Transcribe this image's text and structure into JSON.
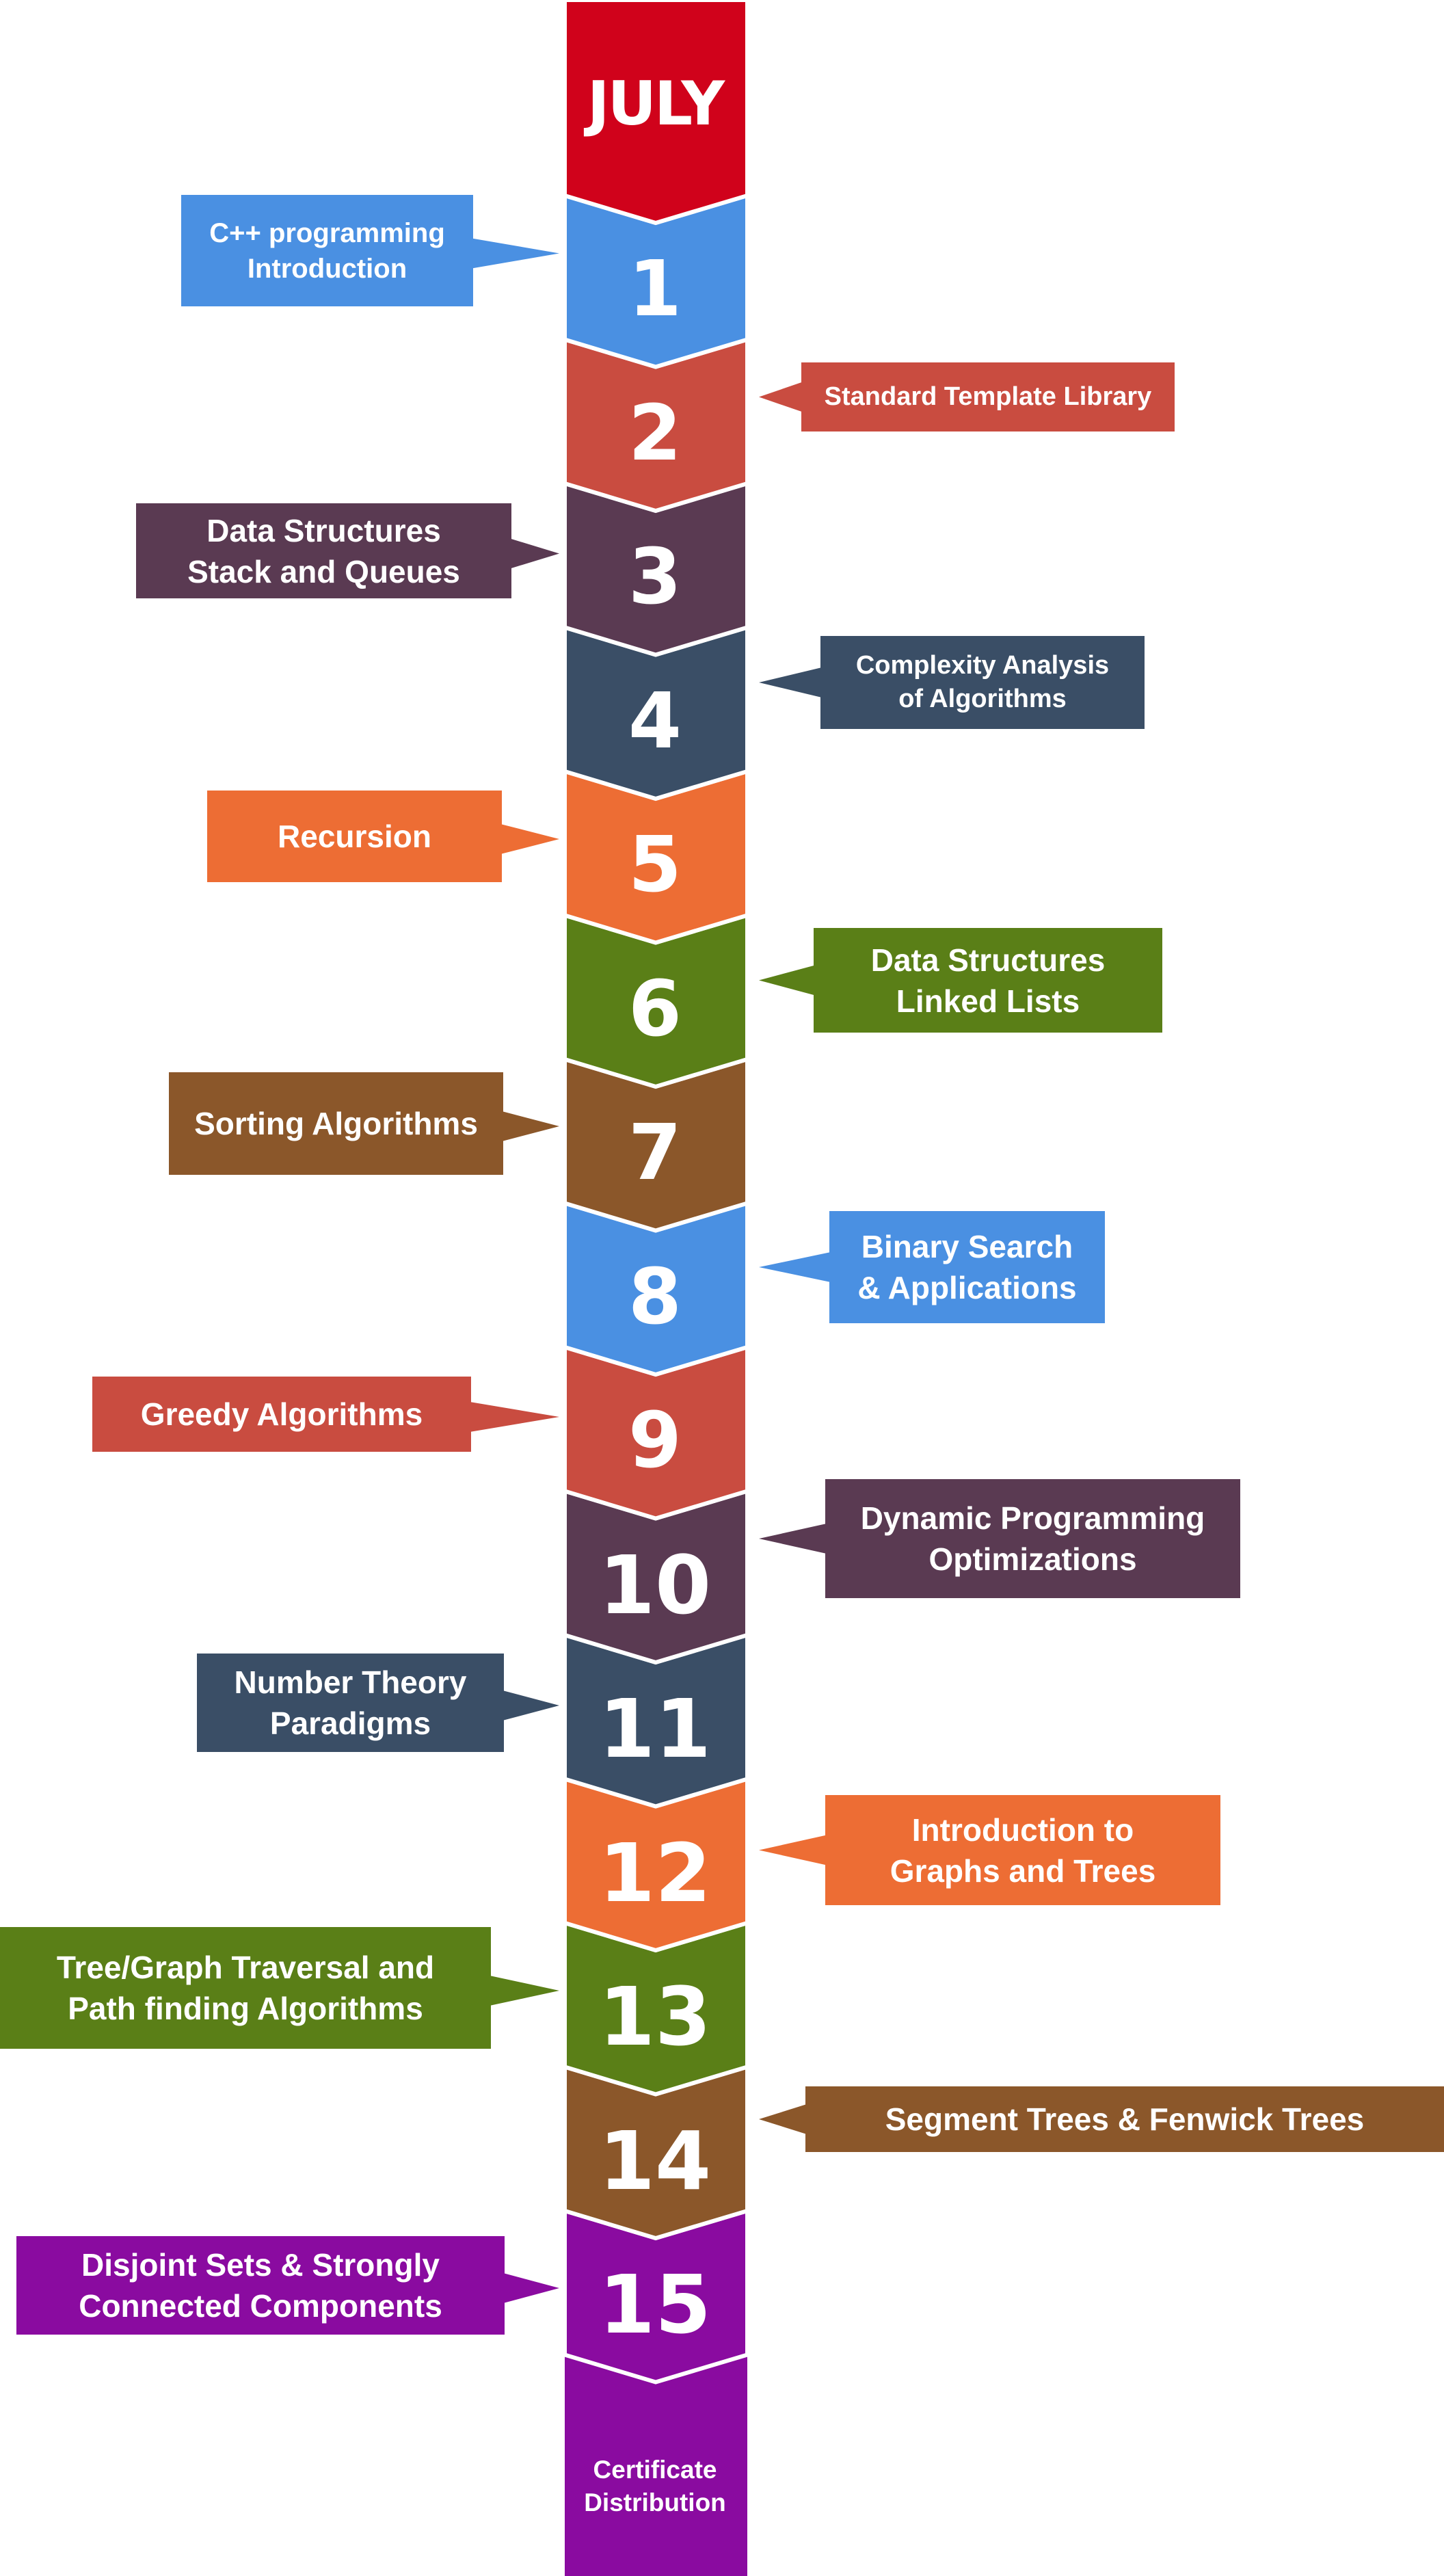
{
  "month": "JULY",
  "final_segment": {
    "lines": [
      "Certificate",
      "Distribution"
    ],
    "color": "#8a0ba0"
  },
  "colors": {
    "header": "#d0021b",
    "final": "#8a0ba0",
    "background": "#ffffff"
  },
  "steps": [
    {
      "number": "1",
      "color": "#4a90e2",
      "topic": [
        "C++  programming",
        "Introduction"
      ]
    },
    {
      "number": "2",
      "color": "#c94c40",
      "topic": [
        "Standard Template Library"
      ]
    },
    {
      "number": "3",
      "color": "#5a3a52",
      "topic": [
        "Data Structures",
        "Stack and Queues"
      ]
    },
    {
      "number": "4",
      "color": "#3a4e66",
      "topic": [
        "Complexity Analysis",
        "of Algorithms"
      ]
    },
    {
      "number": "5",
      "color": "#ed6d34",
      "topic": [
        "Recursion"
      ]
    },
    {
      "number": "6",
      "color": "#5a7f17",
      "topic": [
        "Data Structures",
        "Linked Lists"
      ]
    },
    {
      "number": "7",
      "color": "#8b572a",
      "topic": [
        "Sorting Algorithms"
      ]
    },
    {
      "number": "8",
      "color": "#4a90e2",
      "topic": [
        "Binary Search",
        "& Applications"
      ]
    },
    {
      "number": "9",
      "color": "#c94c40",
      "topic": [
        "Greedy Algorithms"
      ]
    },
    {
      "number": "10",
      "color": "#5a3a52",
      "topic": [
        "Dynamic Programming",
        "Optimizations"
      ]
    },
    {
      "number": "11",
      "color": "#3a4e66",
      "topic": [
        "Number Theory",
        "Paradigms"
      ]
    },
    {
      "number": "12",
      "color": "#ed6d34",
      "topic": [
        "Introduction to",
        "Graphs and Trees"
      ]
    },
    {
      "number": "13",
      "color": "#5a7f17",
      "topic": [
        "Tree/Graph Traversal and",
        "Path finding Algorithms"
      ]
    },
    {
      "number": "14",
      "color": "#8b572a",
      "topic": [
        "Segment Trees & Fenwick Trees"
      ]
    },
    {
      "number": "15",
      "color": "#8a0ba0",
      "topic": [
        "Disjoint Sets & Strongly",
        "Connected Components"
      ]
    }
  ]
}
